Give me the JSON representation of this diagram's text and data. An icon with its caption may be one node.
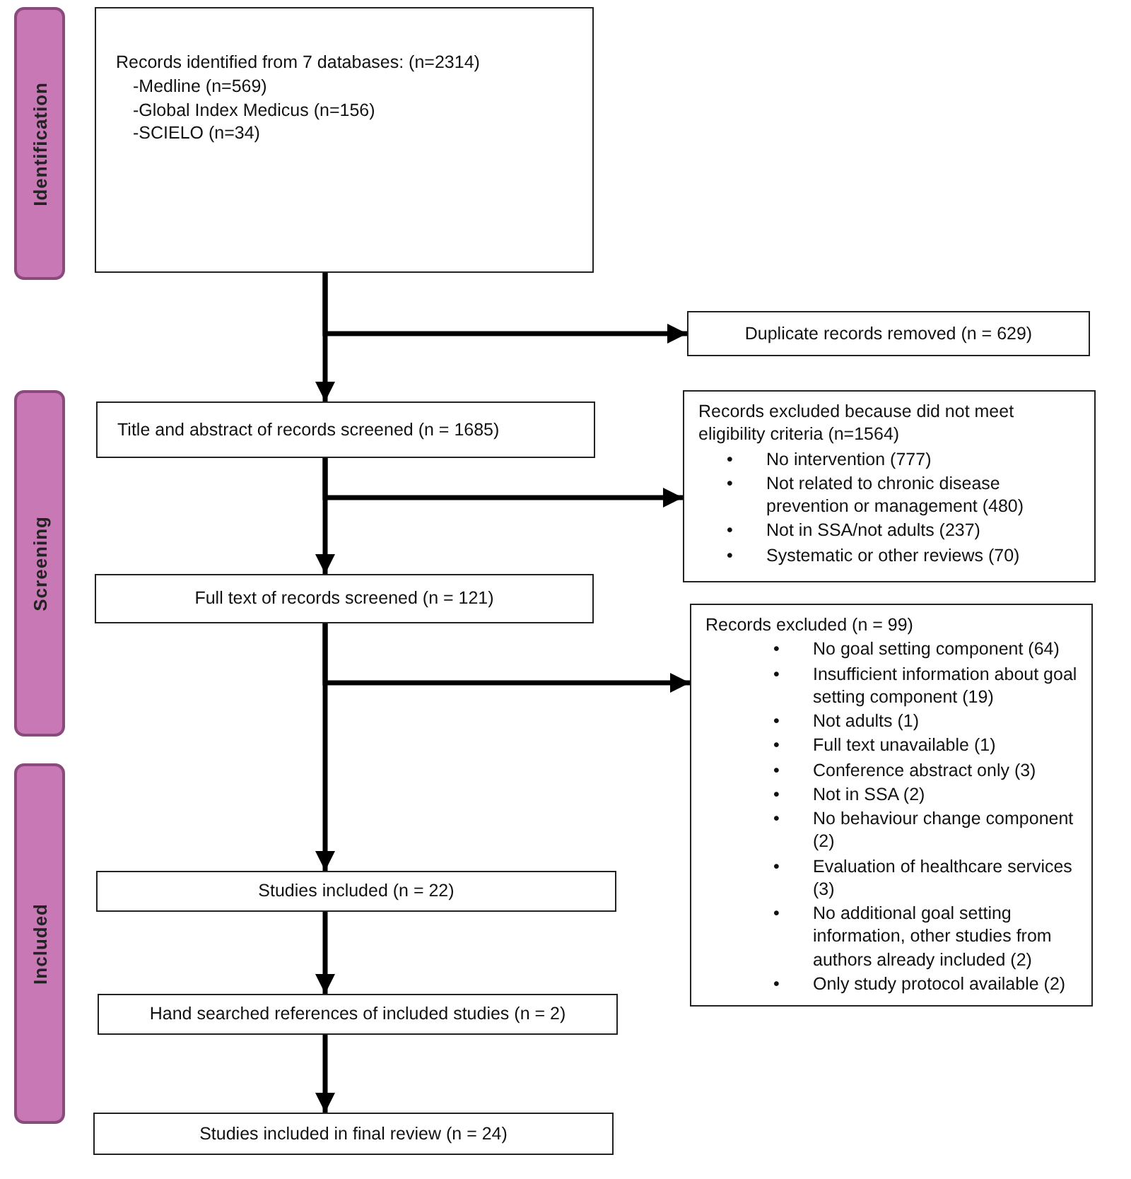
{
  "diagram": {
    "nodes": [
      {
        "text": [
          "Identification"
        ]
      },
      {
        "text": [
          "Screening"
        ]
      },
      {
        "text": [
          "Included"
        ]
      },
      {
        "text": [
          "Records identified from 7 databases: (n=2314)",
          "-Medline (n=569)",
          "-Global Index Medicus (n=156)",
          "-SCIELO (n=34)"
        ]
      },
      {
        "text": [
          "Duplicate records removed (n = 629)"
        ]
      },
      {
        "text": [
          "Title and abstract of records screened (n = 1685)"
        ]
      },
      {
        "text": [
          "Records excluded because did not meet eligibility criteria (n=1564)",
          "•\tNo intervention (777)",
          "•\tNot related to chronic disease prevention or management (480)",
          "•\tNot in SSA/not adults (237)",
          "•\tSystematic or other reviews (70)"
        ]
      },
      {
        "text": [
          "Full text of records screened (n = 121)"
        ]
      },
      {
        "text": [
          "Records excluded (n = 99)",
          "•\tNo goal setting component (64)",
          "•\tInsufficient information about goal setting component (19)",
          "•\tNot adults (1)",
          "•\tFull text unavailable (1)",
          "•\tConference abstract only (3)",
          "•\tNot in SSA (2)",
          "•\tNo behaviour change component (2)",
          "•\tEvaluation of healthcare services (3)",
          "•\tNo additional goal setting information, other studies from authors already included (2)",
          "•\tOnly study protocol available (2)"
        ]
      },
      {
        "text": [
          "Studies included (n = 22)"
        ]
      },
      {
        "text": [
          "Hand searched references of included studies (n = 2)"
        ]
      },
      {
        "text": [
          "Studies included in final review (n = 24)"
        ]
      }
    ],
    "edges": [
      {
        "from": 3,
        "to": 5,
        "arrow": "to"
      },
      {
        "from": 3,
        "to": 4,
        "arrow": "to"
      },
      {
        "from": 5,
        "to": 7,
        "arrow": "to"
      },
      {
        "from": 5,
        "to": 6,
        "arrow": "to"
      },
      {
        "from": 7,
        "to": 9,
        "arrow": "to"
      },
      {
        "from": 7,
        "to": 8,
        "arrow": "to"
      },
      {
        "from": 9,
        "to": 10,
        "arrow": "to"
      },
      {
        "from": 10,
        "to": 11,
        "arrow": "to"
      }
    ]
  }
}
